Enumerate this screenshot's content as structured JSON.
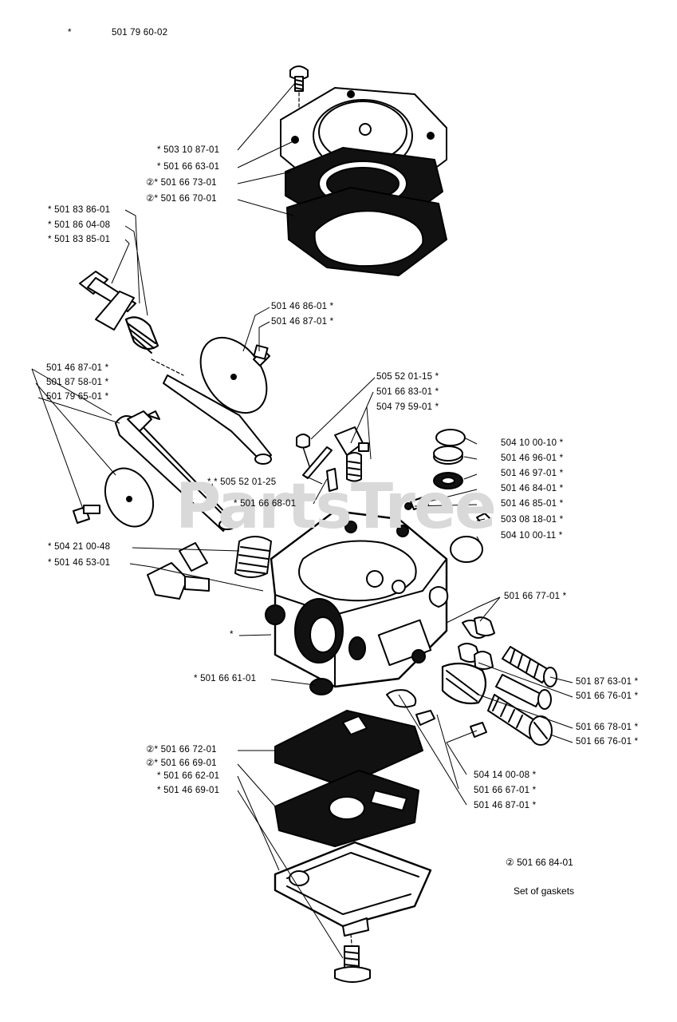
{
  "header": {
    "marker": "*",
    "part_number": "501 79 60-02"
  },
  "watermark": "PartsTree",
  "labels": {
    "l1": "* 503 10 87-01",
    "l2": "* 501 66 63-01",
    "l3": "②* 501 66 73-01",
    "l4": "②* 501 66 70-01",
    "l5": "* 501 83 86-01",
    "l6": "* 501 86 04-08",
    "l7": "* 501 83 85-01",
    "l8": "501 46 86-01  *",
    "l9": "501 46 87-01  *",
    "l10": "501 46 87-01  *",
    "l11": "501 87 58-01  *",
    "l12": "501 79 65-01  *",
    "l13": "505 52 01-15  *",
    "l14": "501 66 83-01  *",
    "l15": "504 79 59-01  *",
    "l16": "*,* 505 52 01-25",
    "l17": "* 501 66 68-01",
    "l18": "* 504 21 00-48",
    "l19": "* 501 46 53-01",
    "l20": "504 10 00-10  *",
    "l21": "501 46 96-01  *",
    "l22": "501 46 97-01  *",
    "l23": "501 46 84-01  *",
    "l24": "501 46 85-01  *",
    "l25": "503 08 18-01  *",
    "l26": "504 10 00-11  *",
    "l27": "501 66 77-01  *",
    "l28": "*",
    "l29": "* 501 66 61-01",
    "l30": "501 87 63-01  *",
    "l31": "501 66 76-01  *",
    "l32": "501 66 78-01  *",
    "l33": "501 66 76-01  *",
    "l34": "②* 501 66 72-01",
    "l35": "②* 501 66 69-01",
    "l36": "* 501 66 62-01",
    "l37": "* 501 46 69-01",
    "l38": "504 14 00-08  *",
    "l39": "501 66 67-01  *",
    "l40": "501 46 87-01  *"
  },
  "gasket_note": {
    "number": "② 501 66 84-01",
    "caption": "Set of gaskets"
  }
}
